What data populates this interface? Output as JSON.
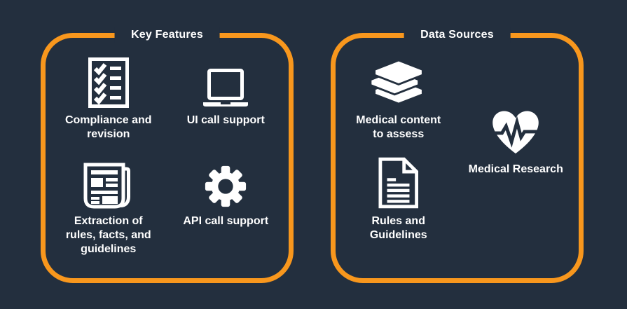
{
  "theme": {
    "background": "#232F3E",
    "accent": "#F8971D",
    "text": "#FFFFFF"
  },
  "panels": [
    {
      "title": "Key Features",
      "items": [
        {
          "icon": "checklist-icon",
          "label": "Compliance and\nrevision"
        },
        {
          "icon": "laptop-icon",
          "label": "UI call support"
        },
        {
          "icon": "newspaper-icon",
          "label": "Extraction of\nrules, facts, and\nguidelines"
        },
        {
          "icon": "gear-icon",
          "label": "API call support"
        }
      ]
    },
    {
      "title": "Data Sources",
      "items": [
        {
          "icon": "books-icon",
          "label": "Medical content\nto assess"
        },
        {
          "icon": "heart-pulse-icon",
          "label": "Medical Research"
        },
        {
          "icon": "document-icon",
          "label": "Rules and\nGuidelines"
        }
      ]
    }
  ]
}
